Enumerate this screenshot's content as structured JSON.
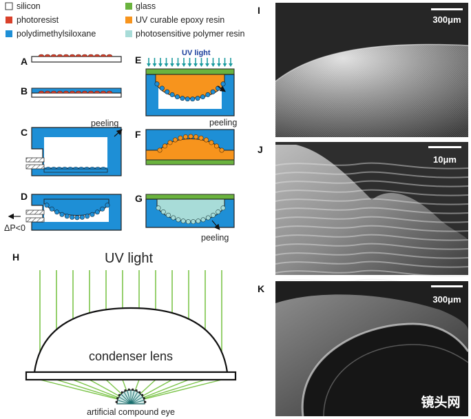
{
  "legend": {
    "silicon": "silicon",
    "photoresist": "photoresist",
    "pdms": "polydimethylsiloxane",
    "glass": "glass",
    "uv_epoxy": "UV curable epoxy resin",
    "photo_polymer": "photosensitive polymer resin"
  },
  "colors": {
    "silicon": "#ffffff",
    "photoresist": "#d9402a",
    "pdms": "#1e8fd6",
    "glass": "#6ab33e",
    "uv_epoxy": "#f7941d",
    "photo_polymer": "#a8dcd8",
    "uv_arrow": "#1b9b9f",
    "uv_text": "#1a3f9c",
    "ray": "#7cc44a"
  },
  "panels": {
    "A": "A",
    "B": "B",
    "C": "C",
    "D": "D",
    "E": "E",
    "F": "F",
    "G": "G",
    "H": "H",
    "I": "I",
    "J": "J",
    "K": "K"
  },
  "annotations": {
    "uv_light_small": "UV light",
    "peeling_c": "peeling",
    "peeling_e": "peeling",
    "peeling_g": "peeling",
    "delta_p": "ΔP<0"
  },
  "panel_h": {
    "uv_light": "UV light",
    "lens": "condenser lens",
    "eye": "artificial compound eye"
  },
  "sem": {
    "scale_i": "300μm",
    "scale_j": "10μm",
    "scale_k": "300μm"
  },
  "watermark": "镜头网"
}
